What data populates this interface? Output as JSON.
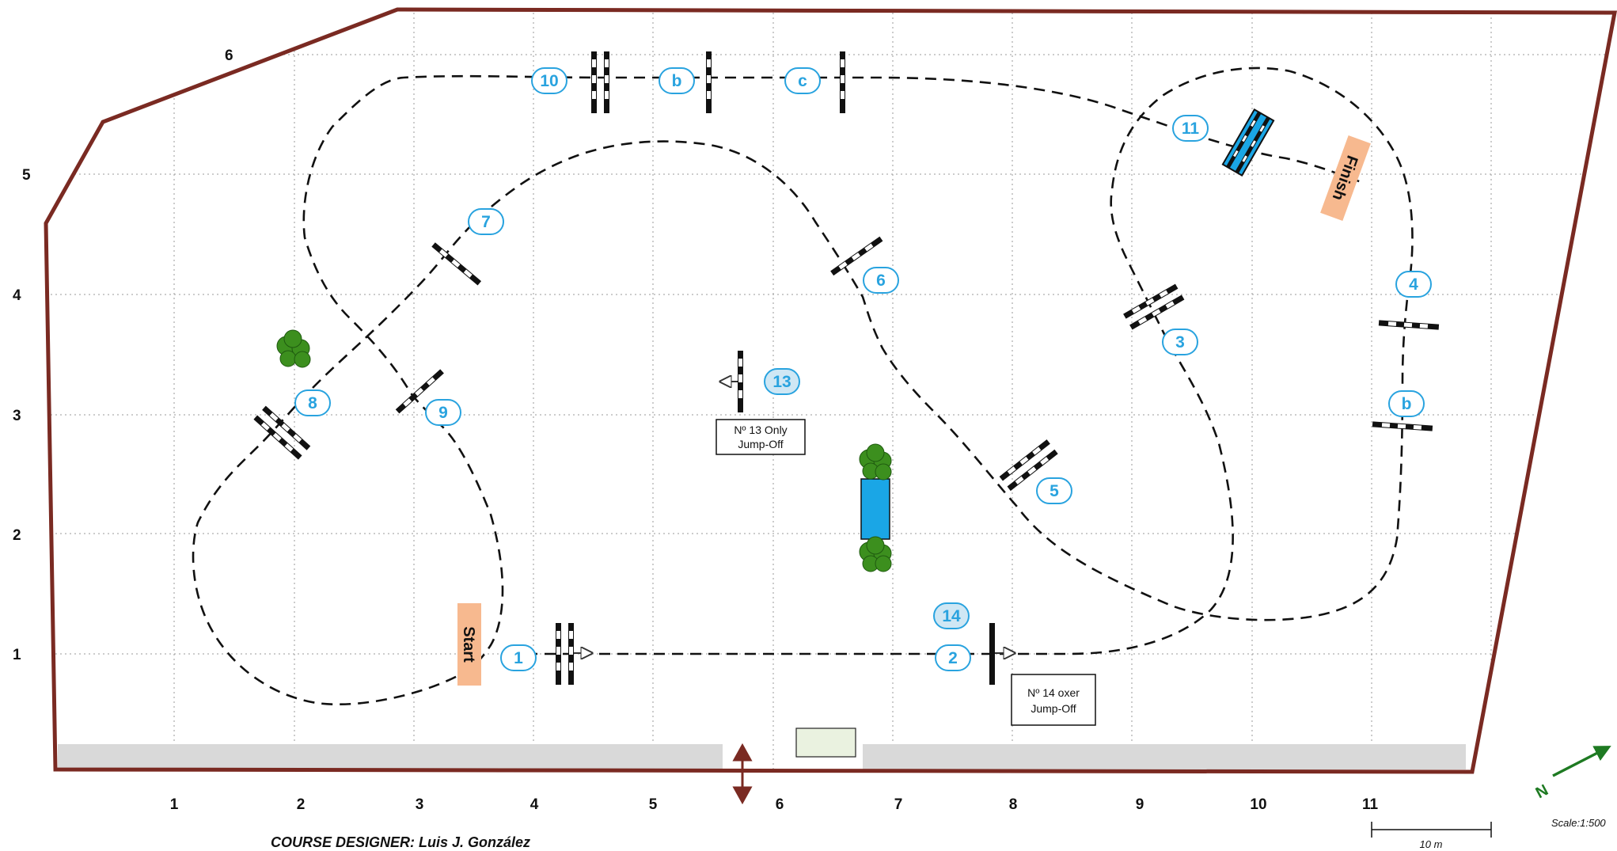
{
  "arena": {
    "grid_rows": [
      "1",
      "2",
      "3",
      "4",
      "5"
    ],
    "grid_cols": [
      "1",
      "2",
      "3",
      "4",
      "5",
      "6",
      "7",
      "8",
      "9",
      "10",
      "11"
    ],
    "top_left_label": "6"
  },
  "fences": [
    {
      "label": "1",
      "jump_off": false
    },
    {
      "label": "2",
      "jump_off": false
    },
    {
      "label": "3",
      "jump_off": false
    },
    {
      "label": "4",
      "jump_off": false
    },
    {
      "label": "b",
      "jump_off": false
    },
    {
      "label": "5",
      "jump_off": false
    },
    {
      "label": "6",
      "jump_off": false
    },
    {
      "label": "7",
      "jump_off": false
    },
    {
      "label": "8",
      "jump_off": false
    },
    {
      "label": "9",
      "jump_off": false
    },
    {
      "label": "10",
      "jump_off": false
    },
    {
      "label": "b",
      "jump_off": false
    },
    {
      "label": "c",
      "jump_off": false
    },
    {
      "label": "11",
      "jump_off": false
    },
    {
      "label": "13",
      "jump_off": true
    },
    {
      "label": "14",
      "jump_off": true
    }
  ],
  "markers": {
    "start": "Start",
    "finish": "Finish"
  },
  "notes": {
    "n13_line1": "Nº 13 Only",
    "n13_line2": "Jump-Off",
    "n14_line1": "Nº 14 oxer",
    "n14_line2": "Jump-Off"
  },
  "footer": {
    "designer": "COURSE DESIGNER: Luis J. González",
    "scale": "Scale:1:500",
    "scale_bar": "10 m",
    "north": "N"
  },
  "colors": {
    "arena_border": "#7a2a22",
    "fence_label": "#29a3df",
    "water": "#1aa6e6",
    "marker": "#f7b98f",
    "wall": "#d9d9d9",
    "north_arrow": "#1e7a22"
  }
}
